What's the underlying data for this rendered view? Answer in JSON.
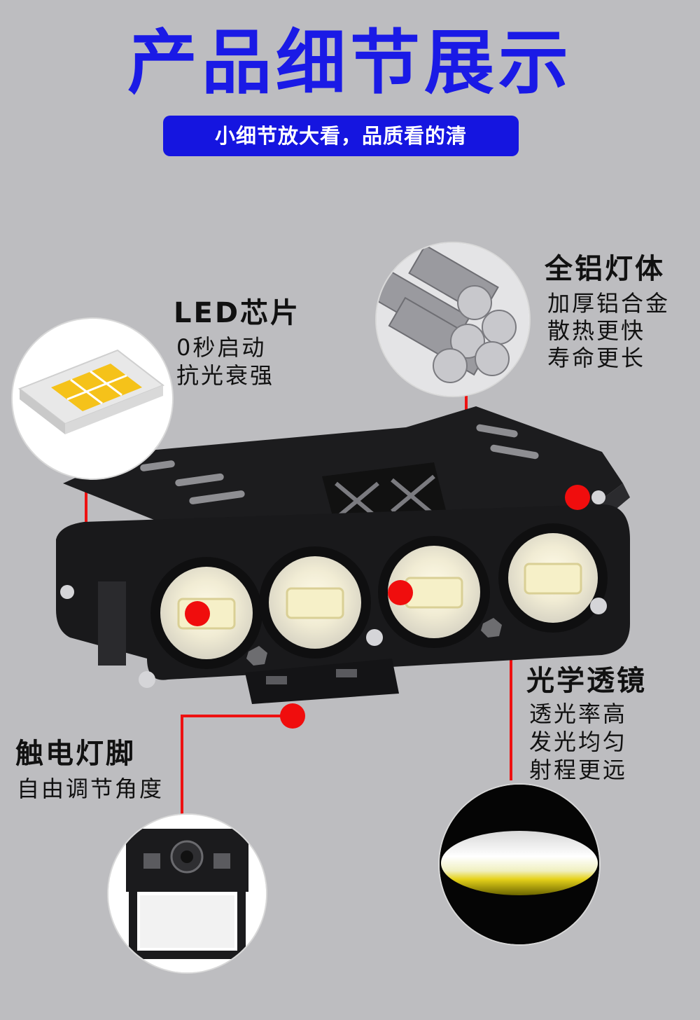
{
  "header": {
    "title": "产品细节展示",
    "subtitle": "小细节放大看，品质看的清"
  },
  "features": {
    "led": {
      "title": "LED芯片",
      "lines": [
        "0秒启动",
        "抗光衰强"
      ]
    },
    "body": {
      "title": "全铝灯体",
      "lines": [
        "加厚铝合金",
        "散热更快",
        "寿命更长"
      ]
    },
    "lens": {
      "title": "光学透镜",
      "lines": [
        "透光率高",
        "发光均匀",
        "射程更远"
      ]
    },
    "bracket": {
      "title": "触电灯脚",
      "lines": [
        "自由调节角度"
      ]
    }
  },
  "colors": {
    "title_blue": "#1a1ae6",
    "badge_blue": "#1515e0",
    "marker_red": "#f00d0d",
    "background": "#bdbdc0"
  }
}
